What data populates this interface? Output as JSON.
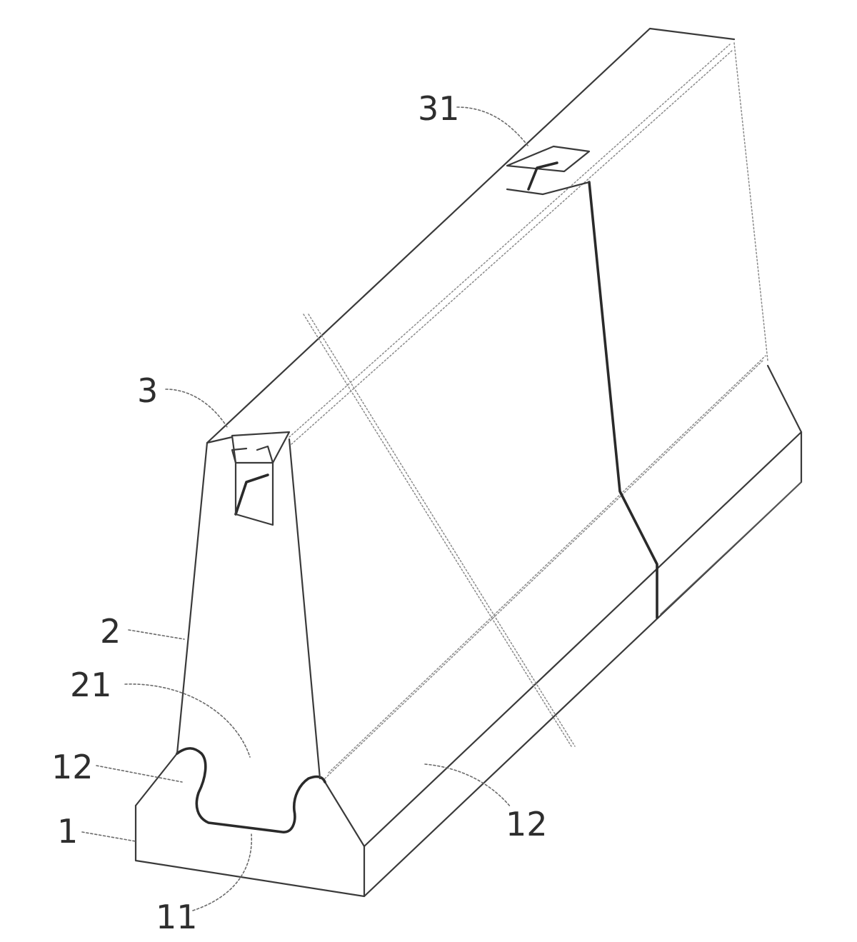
{
  "labels": {
    "l31": "31",
    "l3": "3",
    "l2": "2",
    "l21": "21",
    "l12a": "12",
    "l1": "1",
    "l11": "11",
    "l12b": "12"
  },
  "colors": {
    "line": "#3a3a3a",
    "background": "#ffffff"
  }
}
